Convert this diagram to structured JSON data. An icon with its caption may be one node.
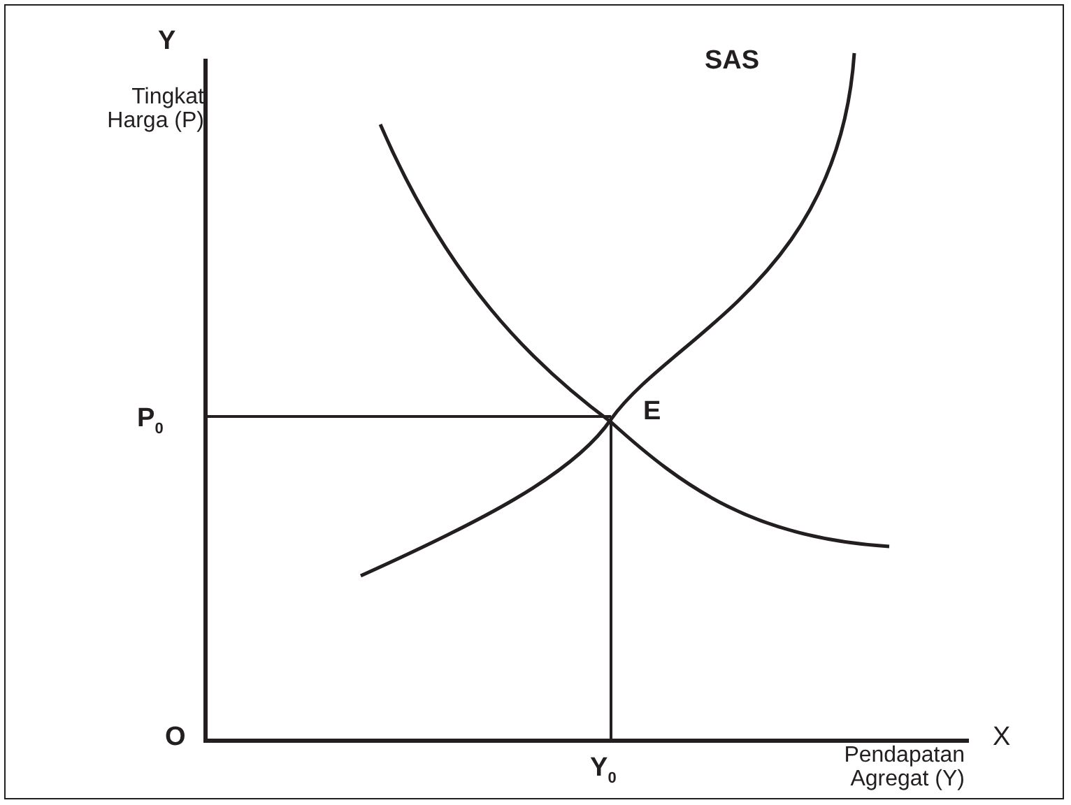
{
  "diagram": {
    "labels": [
      "Y",
      "Tingkat Harga (P)",
      "SAS",
      "P$_{0}$",
      "E",
      "O",
      "X",
      "Y$_{0}$",
      "Pendapatan Agregat (Y)"
    ]
  }
}
